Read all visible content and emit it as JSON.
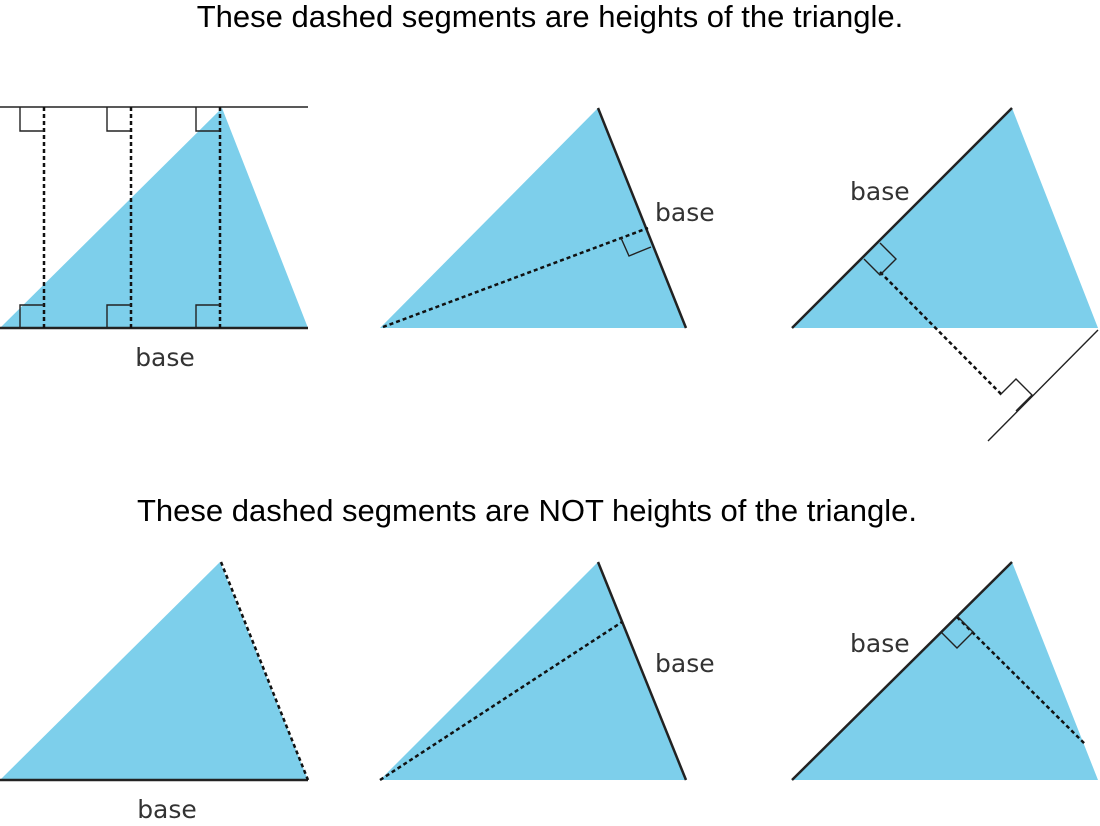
{
  "heights_section": {
    "title": "These dashed segments are heights of the triangle.",
    "labels": [
      "base",
      "base",
      "base"
    ]
  },
  "not_heights_section": {
    "title": "These dashed segments are NOT heights of the triangle.",
    "labels": [
      "base",
      "base",
      "base"
    ]
  },
  "colors": {
    "triangle_fill": "#7dcfeb",
    "line": "#222222"
  }
}
